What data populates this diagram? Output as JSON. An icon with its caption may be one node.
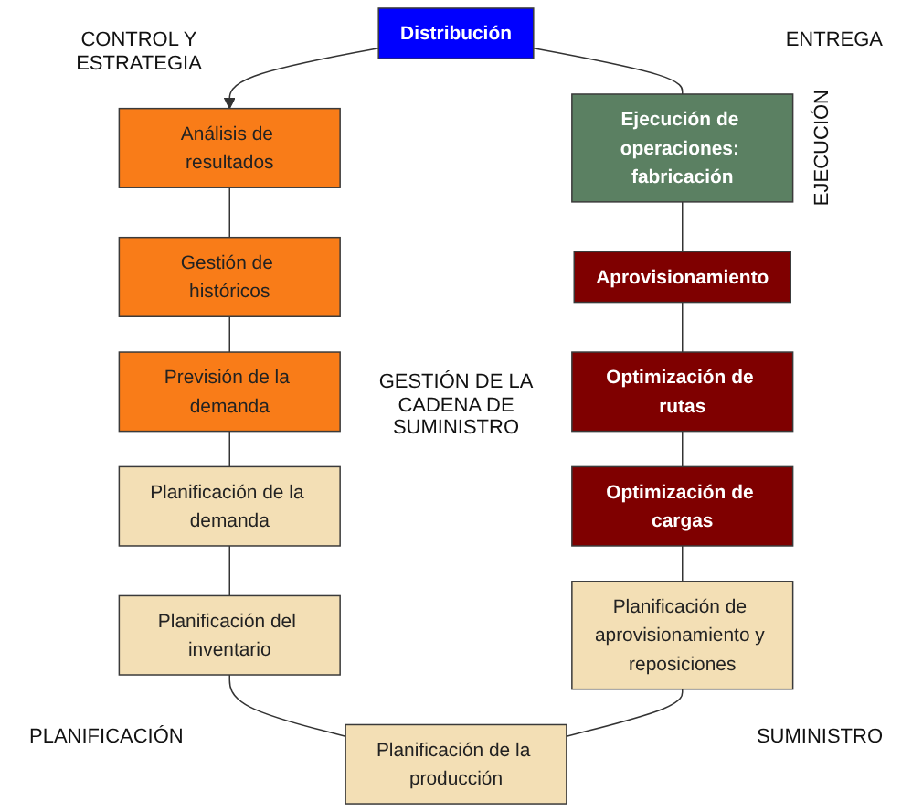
{
  "diagram": {
    "nodes": [
      {
        "text": [
          "Análisis de resultados"
        ]
      },
      {
        "text": [
          "Gestión de históricos"
        ]
      },
      {
        "text": [
          "Previsión de la demanda"
        ]
      },
      {
        "text": [
          "Planificación de la demanda"
        ]
      },
      {
        "text": [
          "Planificación del inventario"
        ]
      },
      {
        "text": [
          "Planificación de la producción"
        ]
      },
      {
        "text": [
          "Planificación de aprovisionamiento y reposiciones"
        ]
      },
      {
        "text": [
          "Optimización de cargas"
        ]
      },
      {
        "text": [
          "Optimización de rutas"
        ]
      },
      {
        "text": [
          "Aprovisionamiento"
        ]
      },
      {
        "text": [
          "Ejecución de operaciones: fabricación"
        ]
      },
      {
        "text": [
          "Distribución"
        ]
      }
    ],
    "edges": [
      {
        "from": 11,
        "to": 0,
        "arrow": "to"
      },
      {
        "from": 0,
        "to": 1,
        "arrow": "none"
      },
      {
        "from": 1,
        "to": 2,
        "arrow": "none"
      },
      {
        "from": 2,
        "to": 3,
        "arrow": "none"
      },
      {
        "from": 3,
        "to": 4,
        "arrow": "none"
      },
      {
        "from": 4,
        "to": 5,
        "arrow": "none"
      },
      {
        "from": 6,
        "to": 5,
        "arrow": "none"
      },
      {
        "from": 7,
        "to": 6,
        "arrow": "none"
      },
      {
        "from": 8,
        "to": 7,
        "arrow": "none"
      },
      {
        "from": 9,
        "to": 8,
        "arrow": "none"
      },
      {
        "from": 10,
        "to": 9,
        "arrow": "none"
      },
      {
        "from": 11,
        "to": 10,
        "arrow": "none"
      }
    ],
    "labels": [
      "ENTREGA",
      "CONTROL Y ESTRATEGIA",
      "EJECUCIÓN",
      "GESTIÓN DE LA CADENA DE SUMINISTRO",
      "SUMINISTRO",
      "PLANIFICACIÓN"
    ]
  }
}
